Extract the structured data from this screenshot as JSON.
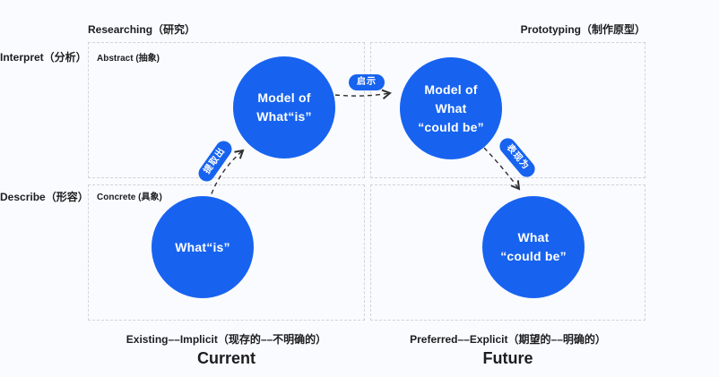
{
  "colors": {
    "accent": "#1763f0",
    "background": "#fafbfe",
    "border": "#d2d2d8",
    "text": "#1d1d1f",
    "arrow": "#2f2f2f"
  },
  "headers": {
    "left": "Researching（研究）",
    "right": "Prototyping（制作原型）"
  },
  "side_labels": {
    "top": "Interpret（分析）",
    "bottom": "Describe（形容）"
  },
  "inner_tags": {
    "abstract": "Abstract (抽象)",
    "concrete": "Concrete (具象)"
  },
  "circles": [
    {
      "id": "model-of-what-is",
      "lines": [
        "Model of",
        "What“is”"
      ]
    },
    {
      "id": "model-of-what-could-be",
      "lines": [
        "Model of",
        "What",
        "“could be”"
      ]
    },
    {
      "id": "what-is",
      "lines": [
        "What“is”"
      ]
    },
    {
      "id": "what-could-be",
      "lines": [
        "What",
        "“could be”"
      ]
    }
  ],
  "arrow_labels": {
    "extract": "提取出",
    "insight": "启示",
    "express": "表现为"
  },
  "footer": {
    "left_caption": "Existing––Implicit（现存的––不明确的）",
    "right_caption": "Preferred––Explicit（期望的––明确的）",
    "left_axis": "Current",
    "right_axis": "Future"
  }
}
